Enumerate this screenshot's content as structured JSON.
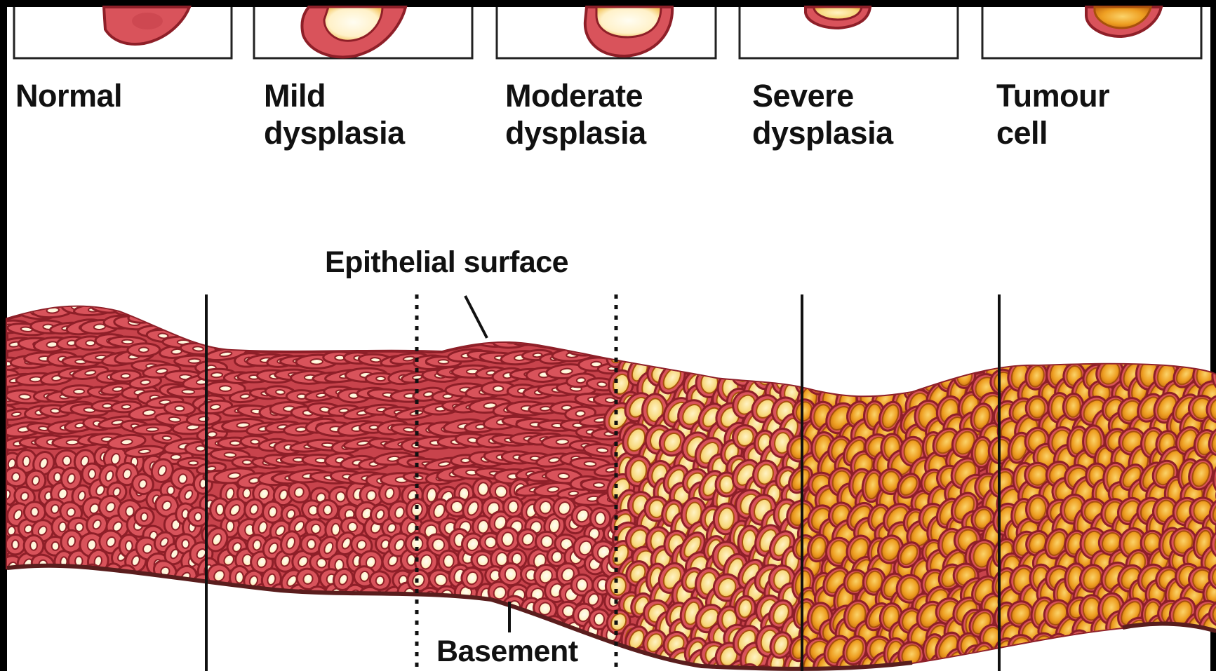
{
  "stages": [
    {
      "key": "normal",
      "label": "Normal"
    },
    {
      "key": "mild",
      "label": "Mild\ndysplasia"
    },
    {
      "key": "moderate",
      "label": "Moderate\ndysplasia"
    },
    {
      "key": "severe",
      "label": "Severe\ndysplasia"
    },
    {
      "key": "tumour",
      "label": "Tumour\ncell"
    }
  ],
  "annotations": {
    "epithelial_surface": "Epithelial surface",
    "basement": "Basement"
  },
  "colors": {
    "cell_fill": "#d9535b",
    "cell_outline": "#8e1f28",
    "nucleus_pale": "#fff6dc",
    "nucleus_yellow": "#f7d77a",
    "nucleus_orange": "#e8961d",
    "basement_line": "#5a1d1d"
  }
}
